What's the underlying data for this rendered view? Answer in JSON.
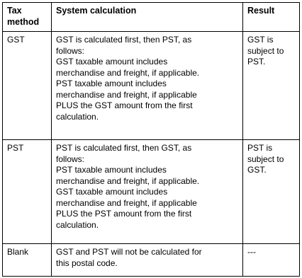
{
  "table": {
    "headers": [
      "Tax method",
      "System calculation",
      "Result"
    ],
    "header_tax_method_lines": [
      "Tax",
      "method"
    ],
    "rows": [
      {
        "method": "GST",
        "calculation_lines": [
          "GST is calculated first, then PST, as",
          "follows:",
          "GST taxable amount includes",
          "merchandise and freight, if applicable.",
          "PST taxable amount includes",
          "merchandise and freight, if applicable",
          "PLUS the GST amount from the first",
          "calculation."
        ],
        "result_lines": [
          "GST is",
          "subject to",
          "PST."
        ]
      },
      {
        "method": "PST",
        "calculation_lines": [
          "PST is calculated first, then GST, as",
          "follows:",
          "PST taxable amount includes",
          "merchandise and freight, if applicable.",
          "GST taxable amount includes",
          "merchandise and freight, if applicable",
          "PLUS the PST amount from the first",
          "calculation."
        ],
        "result_lines": [
          "PST is",
          "subject to",
          "GST."
        ]
      },
      {
        "method": "Blank",
        "calculation_lines": [
          "GST and PST will not be calculated for",
          "this postal code."
        ],
        "result_lines": [
          "---"
        ]
      }
    ]
  }
}
